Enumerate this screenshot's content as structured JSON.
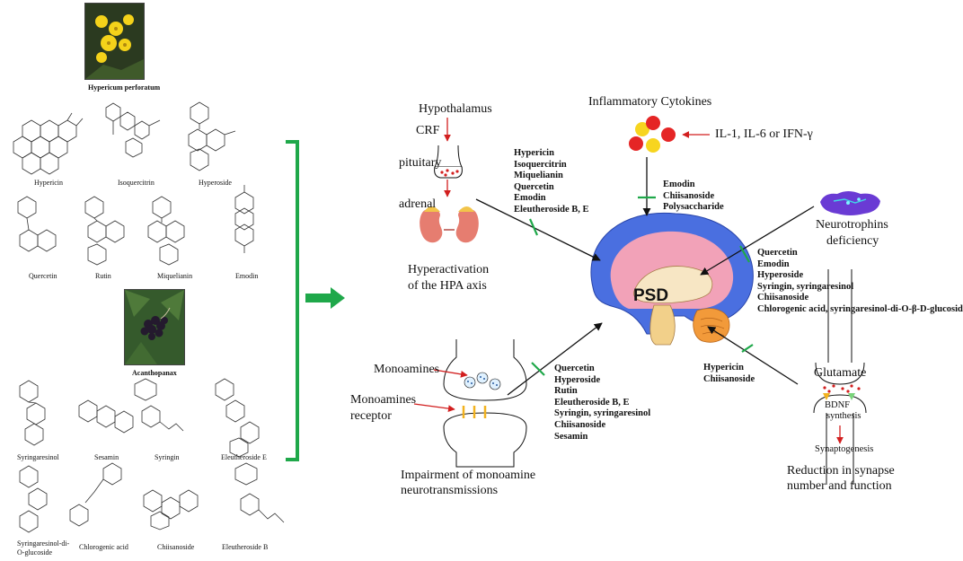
{
  "left_panel": {
    "plant1": "Hypericum perforatum",
    "plant2": "Acanthopanax",
    "compounds_row1": [
      "Hypericin",
      "Isoquercitrin",
      "Hyperoside"
    ],
    "compounds_row2": [
      "Quercetin",
      "Rutin",
      "Miquelianin",
      "Emodin"
    ],
    "compounds_row3": [
      "Syringaresinol",
      "Sesamin",
      "Syringin",
      "Eleutheroside E"
    ],
    "compounds_row4": [
      "Syringaresinol-di-",
      "O-glucoside",
      "Chlorogenic acid",
      "Chiisanoside",
      "Eleutheroside B"
    ]
  },
  "hpa": {
    "hypothalamus": "Hypothalamus",
    "crf": "CRF",
    "pituitary": "pituitary",
    "adrenal": "adrenal",
    "title_line1": "Hyperactivation",
    "title_line2": "of the HPA axis",
    "compounds": [
      "Hypericin",
      "Isoquercitrin",
      "Miquelianin",
      "Quercetin",
      "Emodin",
      "Eleutheroside B, E"
    ]
  },
  "inflammation": {
    "title": "Inflammatory Cytokines",
    "cytokines": "IL-1, IL-6 or IFN-γ",
    "compounds": [
      "Emodin",
      "Chiisanoside",
      "Polysaccharide"
    ]
  },
  "neurotrophins": {
    "title_line1": "Neurotrophins",
    "title_line2": "deficiency",
    "compounds": [
      "Quercetin",
      "Emodin",
      "Hyperoside",
      "Syringin, syringaresinol",
      "Chiisanoside",
      "Chlorogenic acid, syringaresinol-di-O-β-D-glucoside"
    ]
  },
  "brain": {
    "label": "PSD"
  },
  "monoamine": {
    "monoamines": "Monoamines",
    "receptor_line1": "Monoamines",
    "receptor_line2": "receptor",
    "title_line1": "Impairment of monoamine",
    "title_line2": "neurotransmissions",
    "compounds": [
      "Quercetin",
      "Hyperoside",
      "Rutin",
      "Eleutheroside B, E",
      "Syringin, syringaresinol",
      "Chiisanoside",
      "Sesamin"
    ]
  },
  "synapse": {
    "compounds": [
      "Hypericin",
      "Chiisanoside"
    ],
    "glutamate": "Glutamate",
    "bdnf": "BDNF",
    "synthesis": "synthesis",
    "synaptogenesis": "Synaptogenesis",
    "title_line1": "Reduction in synapse",
    "title_line2": "number and function"
  },
  "colors": {
    "accent_green": "#1fa84a",
    "arrow_red": "#d21f1f",
    "brain_blue": "#4a6fe0",
    "brain_pink": "#f2a2b8"
  }
}
